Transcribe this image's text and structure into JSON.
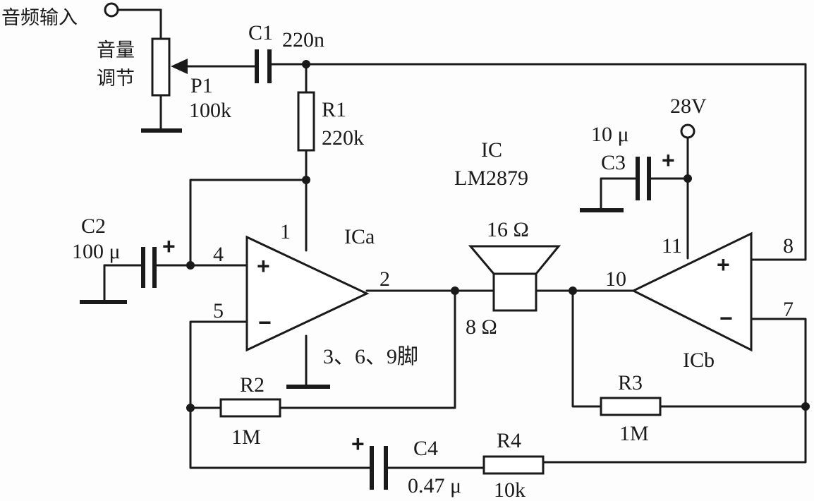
{
  "audio_input_label": "音频输入",
  "volume_label_line1": "音量",
  "volume_label_line2": "调节",
  "p1": {
    "name": "P1",
    "value": "100k"
  },
  "c1": {
    "name": "C1",
    "value": "220n"
  },
  "r1": {
    "name": "R1",
    "value": "220k"
  },
  "c2": {
    "name": "C2",
    "value": "100 μ"
  },
  "c3": {
    "name": "C3",
    "value": "10 μ"
  },
  "supply_voltage": "28V",
  "ic_label": "IC",
  "ic_model": "LM2879",
  "ica_label": "ICa",
  "icb_label": "ICb",
  "speaker_power": "16 Ω",
  "speaker_impedance": "8 Ω",
  "ground_pins_note": "3、6、9脚",
  "r2": {
    "name": "R2",
    "value": "1M"
  },
  "r3": {
    "name": "R3",
    "value": "1M"
  },
  "c4": {
    "name": "C4",
    "value": "0.47 μ"
  },
  "r4": {
    "name": "R4",
    "value": "10k"
  },
  "pins": {
    "p1": "1",
    "p2": "2",
    "p4": "4",
    "p5": "5",
    "p7": "7",
    "p8": "8",
    "p10": "10",
    "p11": "11"
  },
  "signs": {
    "plus": "+",
    "minus": "−"
  }
}
